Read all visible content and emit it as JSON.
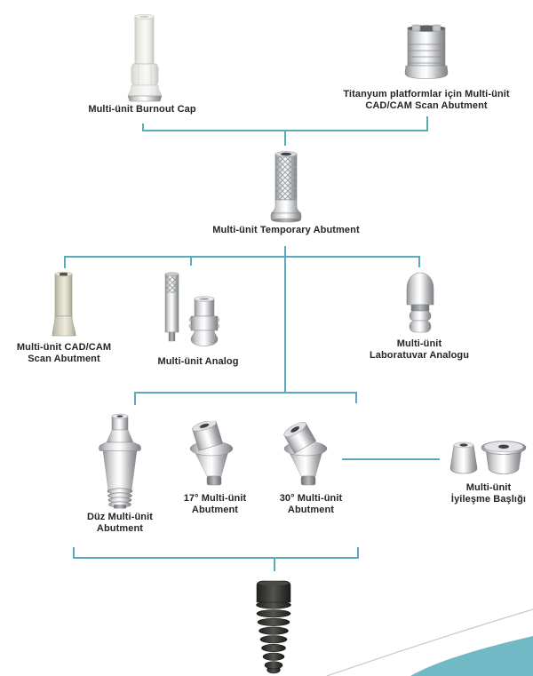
{
  "page": {
    "background": "#ffffff"
  },
  "palette": {
    "connector_line": "#5aabb9",
    "swoosh_teal": "#72b9c6",
    "swoosh_edge": "#c9c9c9",
    "label_text": "#262424",
    "implant_dark": "#32322f",
    "metal_silver": "#c9cbcd",
    "burnout_ivory": "#efeeea",
    "scan_cream": "#d9d5c5"
  },
  "nodes": {
    "burnout_cap": {
      "label": "Multi-ünit Burnout Cap"
    },
    "titanium_scan_abutment": {
      "line1": "Titanyum platformlar için Multi-ünit",
      "line2": "CAD/CAM Scan Abutment"
    },
    "temporary_abutment": {
      "label": "Multi-ünit Temporary Abutment"
    },
    "cadcam_scan_abutment": {
      "line1": "Multi-ünit CAD/CAM",
      "line2": "Scan Abutment"
    },
    "analog": {
      "label": "Multi-ünit Analog"
    },
    "laboratory_analog": {
      "line1": "Multi-ünit",
      "line2": "Laboratuvar Analogu"
    },
    "straight_abutment": {
      "line1": "Düz Multi-ünit",
      "line2": "Abutment"
    },
    "abutment_17deg": {
      "line1": "17° Multi-ünit",
      "line2": "Abutment"
    },
    "abutment_30deg": {
      "line1": "30° Multi-ünit",
      "line2": "Abutment"
    },
    "healing_cap": {
      "line1": "Multi-ünit",
      "line2": "İyileşme Başlığı"
    }
  }
}
